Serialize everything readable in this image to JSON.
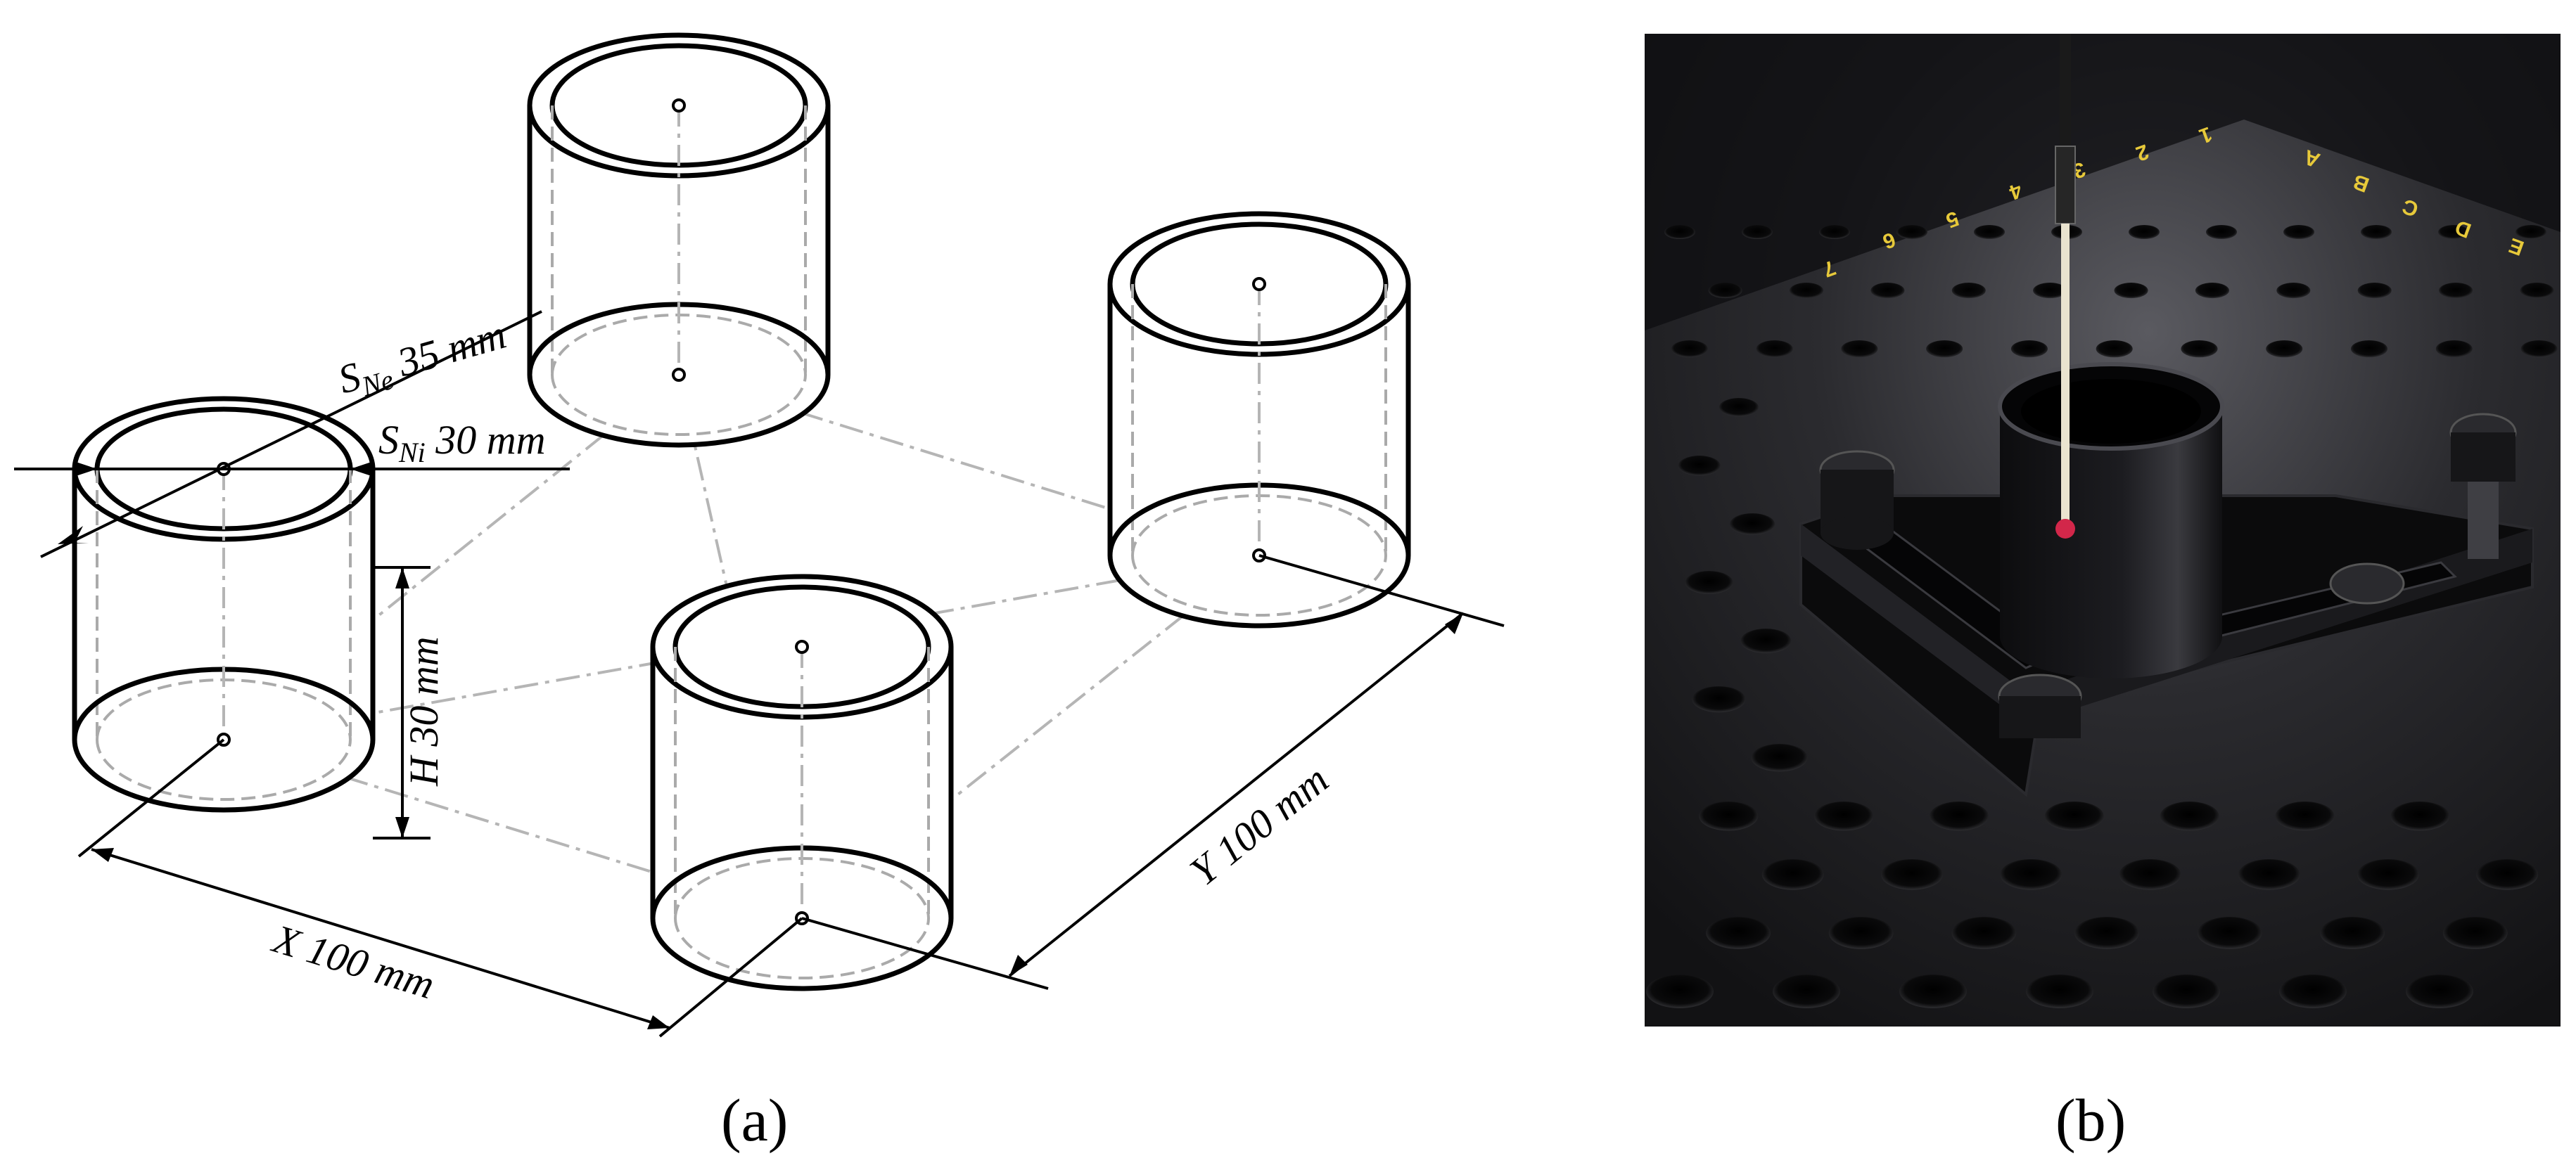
{
  "panel_a": {
    "label": "(a)",
    "dimensions": {
      "outer_diameter": "S",
      "outer_diameter_sub": "Ne",
      "outer_diameter_value": " 35 mm",
      "inner_diameter": "S",
      "inner_diameter_sub": "Ni",
      "inner_diameter_value": " 30 mm",
      "height": "H 30 mm",
      "x_spacing": "X 100 mm",
      "y_spacing": "Y 100 mm"
    }
  },
  "panel_b": {
    "label": "(b)",
    "board_markings": [
      "7",
      "6",
      "5",
      "4",
      "3",
      "2",
      "1",
      "A",
      "B",
      "C",
      "D",
      "E"
    ]
  },
  "colors": {
    "line": "#000000",
    "hidden_line": "#aaaaaa",
    "photo_base": "#1b1b1d",
    "probe_tip": "#d2274a",
    "marking": "#e7c93a"
  }
}
